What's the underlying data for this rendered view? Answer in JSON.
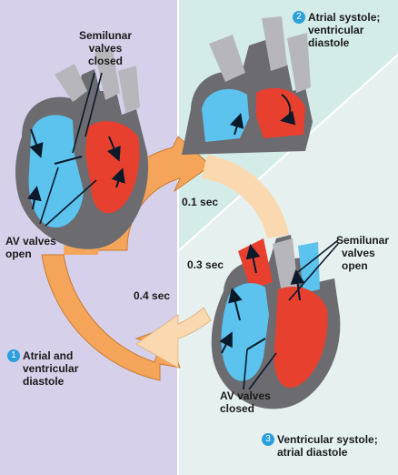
{
  "labels": {
    "semilunar_closed": [
      "Semilunar",
      "valves",
      "closed"
    ],
    "av_open": [
      "AV valves",
      "open"
    ],
    "semilunar_open": [
      "Semilunar",
      "valves",
      "open"
    ],
    "av_closed": [
      "AV valves",
      "closed"
    ],
    "t1": "0.1 sec",
    "t3": "0.3 sec",
    "t4": "0.4 sec"
  },
  "steps": [
    {
      "num": "1",
      "lines": [
        "Atrial and",
        "ventricular",
        "diastole"
      ]
    },
    {
      "num": "2",
      "lines": [
        "Atrial systole;",
        "ventricular",
        "diastole"
      ]
    },
    {
      "num": "3",
      "lines": [
        "Ventricular systole;",
        "atrial diastole"
      ]
    }
  ],
  "colors": {
    "panel_left": "#d7d0ea",
    "panel_right_top": "#d4ece8",
    "panel_right_bottom": "#e6f1ef",
    "arrow_orange": "#f5a55a",
    "arrow_light": "#fbd9b0",
    "heart_blue": "#5bc3ee",
    "heart_red": "#e8402f",
    "vessel_gray": "#b7b7bb",
    "wall_gray": "#6b6b70",
    "badge_blue": "#2aa0dc"
  }
}
